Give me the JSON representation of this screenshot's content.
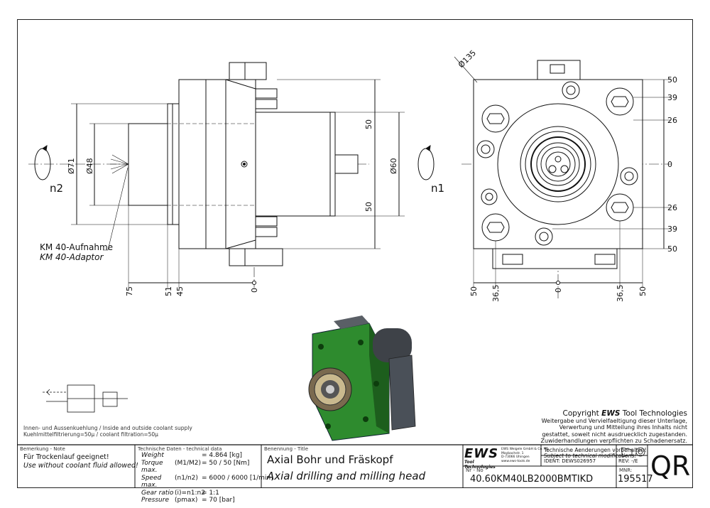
{
  "views": {
    "side_dimensions": {
      "diam_71": "Ø71",
      "diam_48": "Ø48",
      "diam_60": "Ø60",
      "upper_50": "50",
      "lower_50": "50",
      "x_75": "75",
      "x_51": "51",
      "x_45": "45",
      "x_0": "0",
      "n2": "n2",
      "n1": "n1"
    },
    "front_dimensions": {
      "diam_135": "Ø135",
      "r_50_top": "50",
      "r_39_top": "39",
      "r_26_top": "26",
      "r_0": "0",
      "r_26_bot": "26",
      "r_39_bot": "39",
      "r_50_bot": "50",
      "b_50_left": "50",
      "b_36_5_left": "36,5",
      "b_0": "0",
      "b_36_5_right": "36,5",
      "b_50_right": "50"
    },
    "km_label_de": "KM 40-Aufnahme",
    "km_label_en": "KM 40-Adaptor",
    "coolant_de": "Innen- und Aussenkuehlung / Inside and outside coolant supply",
    "coolant_en": "Kuehlmittelfiltrierung=50μ / coolant filtration=50μ"
  },
  "copyright": {
    "line1_prefix": "Copyright ",
    "line1_brand": "EWS",
    "line1_suffix": " Tool Technologies",
    "line2": "Weitergabe und Vervielfaeltigung dieser Unterlage,",
    "line3": "Verwertung und Mitteilung ihres Inhalts nicht",
    "line4": "gestattet, soweit nicht ausdruecklich zugestanden.",
    "line5": "Zuwiderhandlungen verpflichten zu Schadenersatz."
  },
  "title_block": {
    "note_header": "Bemerkung - Note",
    "note_de": "Für Trockenlauf geeignet!",
    "note_en": "Use without coolant fluid allowed!",
    "tech_header": "Technische Daten - technical data",
    "tech_rows": [
      {
        "label": "Weight",
        "sym": "",
        "val": "=  4.864  [kg]"
      },
      {
        "label": "Torque max.",
        "sym": "(M1/M2)",
        "val": "=  50 / 50  [Nm]"
      },
      {
        "label": "Speed max.",
        "sym": "(n1/n2)",
        "val": "=  6000 / 6000 [1/min]"
      },
      {
        "label": "Gear ratio",
        "sym": "(i)=n1:n2",
        "val": "=  1:1"
      },
      {
        "label": "Pressure",
        "sym": "(pmax)",
        "val": "=  70  [bar]"
      }
    ],
    "title_header": "Benennung - Title",
    "title_de": "Axial Bohr und Fräskopf",
    "title_en": "Axial drilling and milling head",
    "logo_text": "EWS",
    "logo_sub": "Tool Technologies",
    "company_line1": "EWS Weigele GmbH & Co. KG",
    "company_line2": "Maybachstr. 1",
    "company_line3": "D-73066 Uhingen",
    "company_line4": "www.ews-tools.de",
    "changes_de": "Technische Aenderungen vorbehalten!",
    "changes_en": "Subject to technical modifications!",
    "ident_label": "IDENT:",
    "ident_value": "DEWS026957",
    "rev_label": "REV:",
    "rev_value": "-/E",
    "nr_label": "Nr - No",
    "part_number": "40.60KM40LB2000BMTIKD",
    "mnr_label": "MNR:",
    "mnr_value": "195517",
    "qr": "QR"
  },
  "colors": {
    "housing_green": "#2e8b2e",
    "dark_green": "#1d5e1d",
    "steel": "#5a5f66",
    "line": "#111111"
  }
}
